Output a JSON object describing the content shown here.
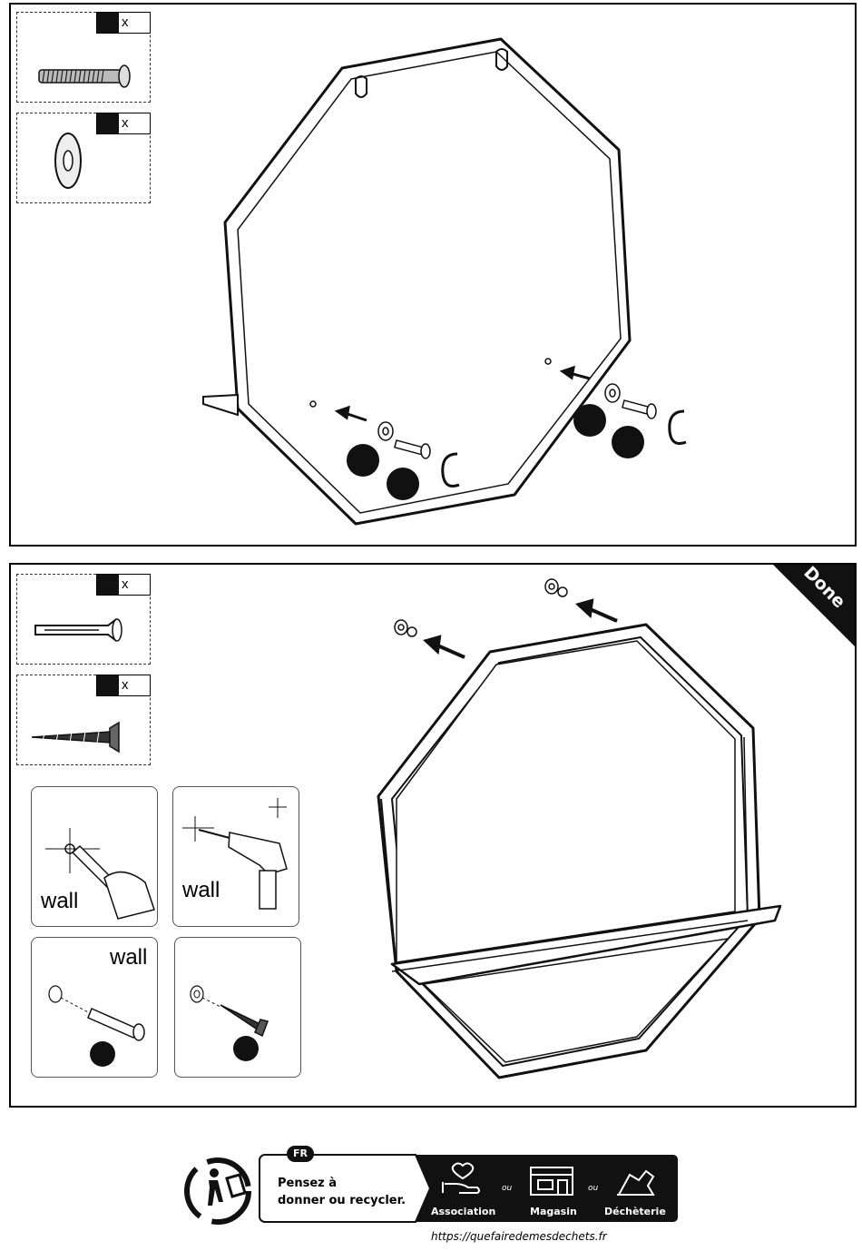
{
  "step1": {
    "hardware": [
      {
        "name": "bolt",
        "qty_suffix": "x"
      },
      {
        "name": "washer",
        "qty_suffix": "x"
      }
    ],
    "corner_label": ""
  },
  "step2": {
    "corner_label": "Done",
    "hardware": [
      {
        "name": "wall-plug",
        "qty_suffix": "x"
      },
      {
        "name": "wood-screw",
        "qty_suffix": "x"
      }
    ],
    "sub_steps": [
      {
        "label": "wall"
      },
      {
        "label": "wall"
      },
      {
        "label": "wall"
      },
      {
        "label": ""
      }
    ]
  },
  "footer": {
    "lang_badge": "FR",
    "message_line1": "Pensez à",
    "message_line2": "donner ou recycler.",
    "options": [
      "Association",
      "Magasin",
      "Déchèterie"
    ],
    "separator": "ou",
    "url": "https://quefairedemesdechets.fr",
    "accent_color": "#111111"
  }
}
